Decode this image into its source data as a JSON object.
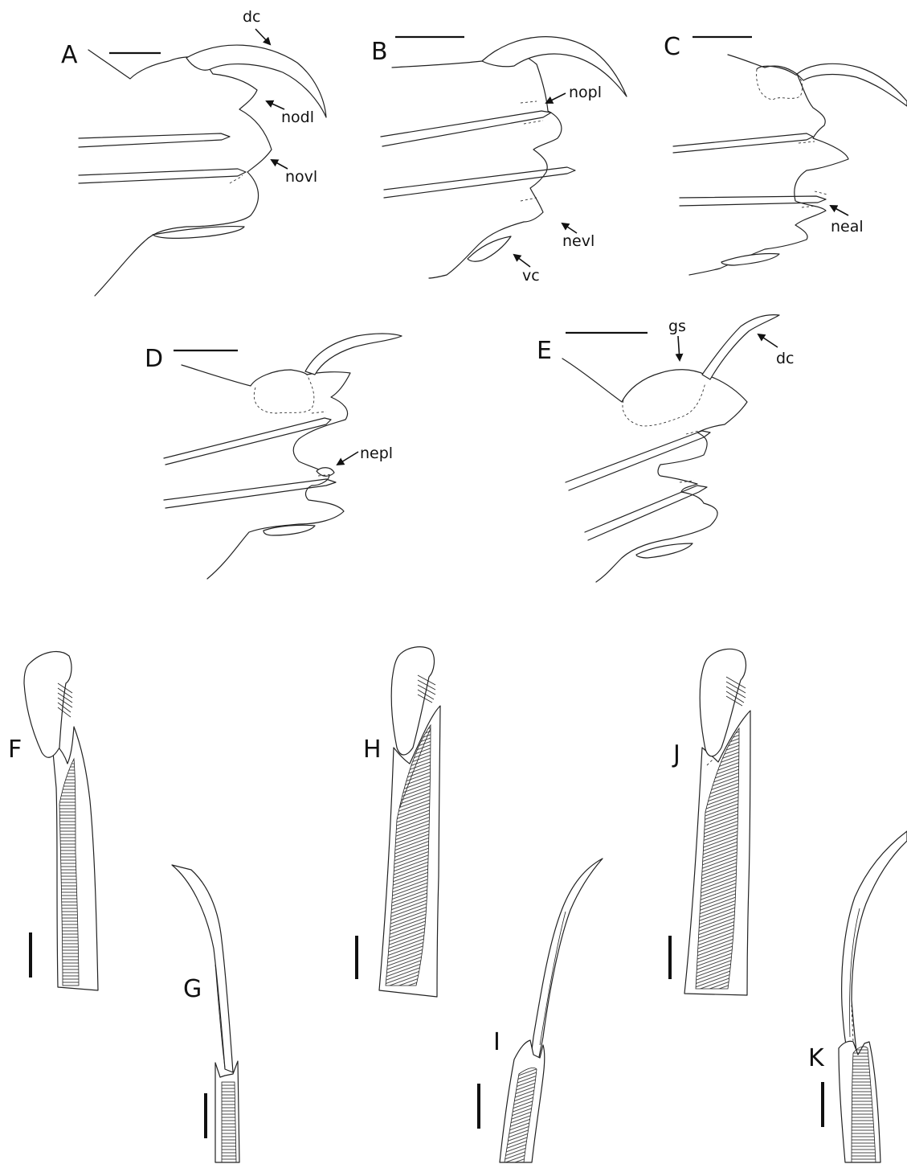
{
  "panels": {
    "A": "A",
    "B": "B",
    "C": "C",
    "D": "D",
    "E": "E",
    "F": "F",
    "G": "G",
    "H": "H",
    "I": "I",
    "J": "J",
    "K": "K"
  },
  "labels": {
    "dc_a": "dc",
    "nodl": "nodl",
    "novl": "novl",
    "nopl": "nopl",
    "nevl": "nevl",
    "vc": "vc",
    "neal": "neal",
    "nepl": "nepl",
    "gs": "gs",
    "dc_e": "dc"
  }
}
